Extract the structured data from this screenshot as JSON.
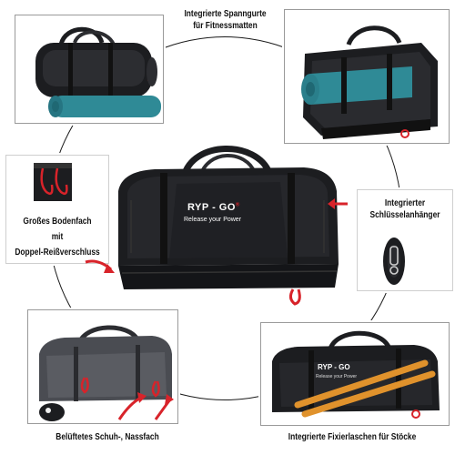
{
  "captions": {
    "top_line1": "Integrierte Spanngurte",
    "top_line2": "für Fitnessmatten",
    "left_line1": "Großes Bodenfach",
    "left_line2": "mit",
    "left_line3": "Doppel-Reißverschluss",
    "right_line1": "Integrierter",
    "right_line2": "Schlüsselanhänger",
    "bottom_left": "Belüftetes Schuh-, Nassfach",
    "bottom_right": "Integrierte Fixierlaschen für Stöcke"
  },
  "brand": {
    "logo_text": "RYP - GO",
    "logo_superscript": "®",
    "slogan": "Release your Power"
  },
  "colors": {
    "bag_dark": "#1c1d20",
    "bag_mid": "#2c2d31",
    "accent_red": "#d8232a",
    "mat_teal": "#2f8a96",
    "stick_orange": "#e0922c",
    "ring_line": "#1a1a1a"
  },
  "icons": {
    "arrow": "curved-red-arrow",
    "zipper_pull": "red-zipper-loop",
    "carabiner": "key-carabiner"
  }
}
